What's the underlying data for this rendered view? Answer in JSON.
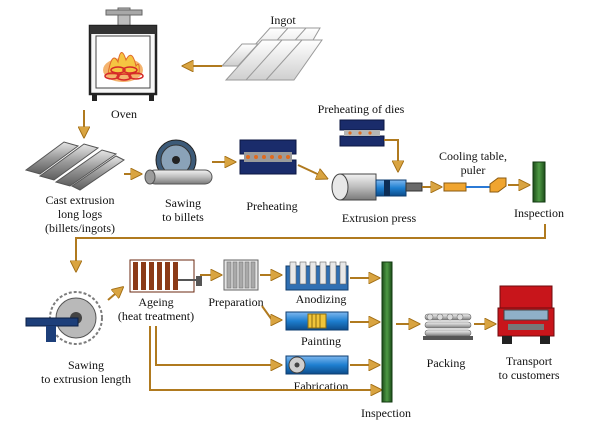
{
  "diagram": {
    "labels": {
      "ingot": "Ingot",
      "oven": "Oven",
      "preheating_dies": "Preheating of dies",
      "cast_extrusion_1": "Cast extrusion",
      "cast_extrusion_2": "long logs",
      "cast_extrusion_3": "(billets/ingots)",
      "sawing_billets_1": "Sawing",
      "sawing_billets_2": "to billets",
      "preheating": "Preheating",
      "extrusion_press": "Extrusion press",
      "cooling_table_1": "Cooling table,",
      "cooling_table_2": "puler",
      "inspection_top": "Inspection",
      "ageing_1": "Ageing",
      "ageing_2": "(heat treatment)",
      "preparation": "Preparation",
      "anodizing": "Anodizing",
      "painting": "Painting",
      "fabrication": "Fabrication",
      "sawing_length_1": "Sawing",
      "sawing_length_2": "to extrusion length",
      "packing": "Packing",
      "transport_1": "Transport",
      "transport_2": "to customers",
      "inspection_bottom": "Inspection"
    },
    "colors": {
      "arrow": "#d9a441",
      "arrow_line": "#b07a1f",
      "inspection_bar": "#2f6b2a",
      "truck_red": "#c8151b",
      "anodize_blue": "#2f6fb3",
      "paint_blue": "#1e7fd0",
      "preheat_navy": "#1a2c6b"
    }
  }
}
